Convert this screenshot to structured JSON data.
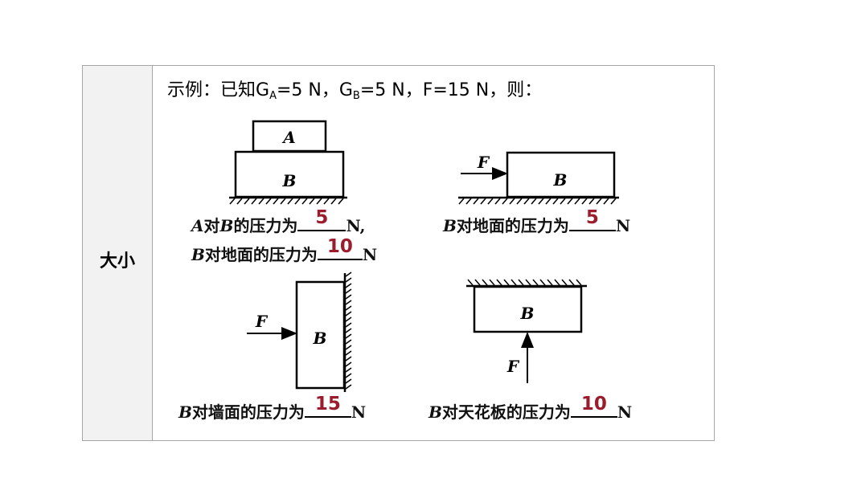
{
  "side_label": "大小",
  "example": {
    "prefix": "示例：已知G",
    "ga_sub": "A",
    "ga_val": "=5 N，G",
    "gb_sub": "B",
    "rest": "=5 N，F=15 N，则："
  },
  "figures": {
    "block_a": "A",
    "block_b": "B",
    "force": "F"
  },
  "questions": {
    "q1": {
      "subject": "A",
      "mid": "对",
      "object": "B",
      "text": "的压力为",
      "answer": "5",
      "unit": "N,"
    },
    "q2": {
      "subject": "B",
      "text": "对地面的压力为",
      "answer": "10",
      "unit": "N"
    },
    "q3": {
      "subject": "B",
      "text": "对地面的压力为",
      "answer": "5",
      "unit": "N"
    },
    "q4": {
      "subject": "B",
      "text": "对墙面的压力为",
      "answer": "15",
      "unit": "N"
    },
    "q5": {
      "subject": "B",
      "text": "对天花板的压力为",
      "answer": "10",
      "unit": "N"
    }
  },
  "colors": {
    "answer": "#9b1c2c",
    "side_bg": "#f2f2f2",
    "border": "#a6a6a6"
  }
}
